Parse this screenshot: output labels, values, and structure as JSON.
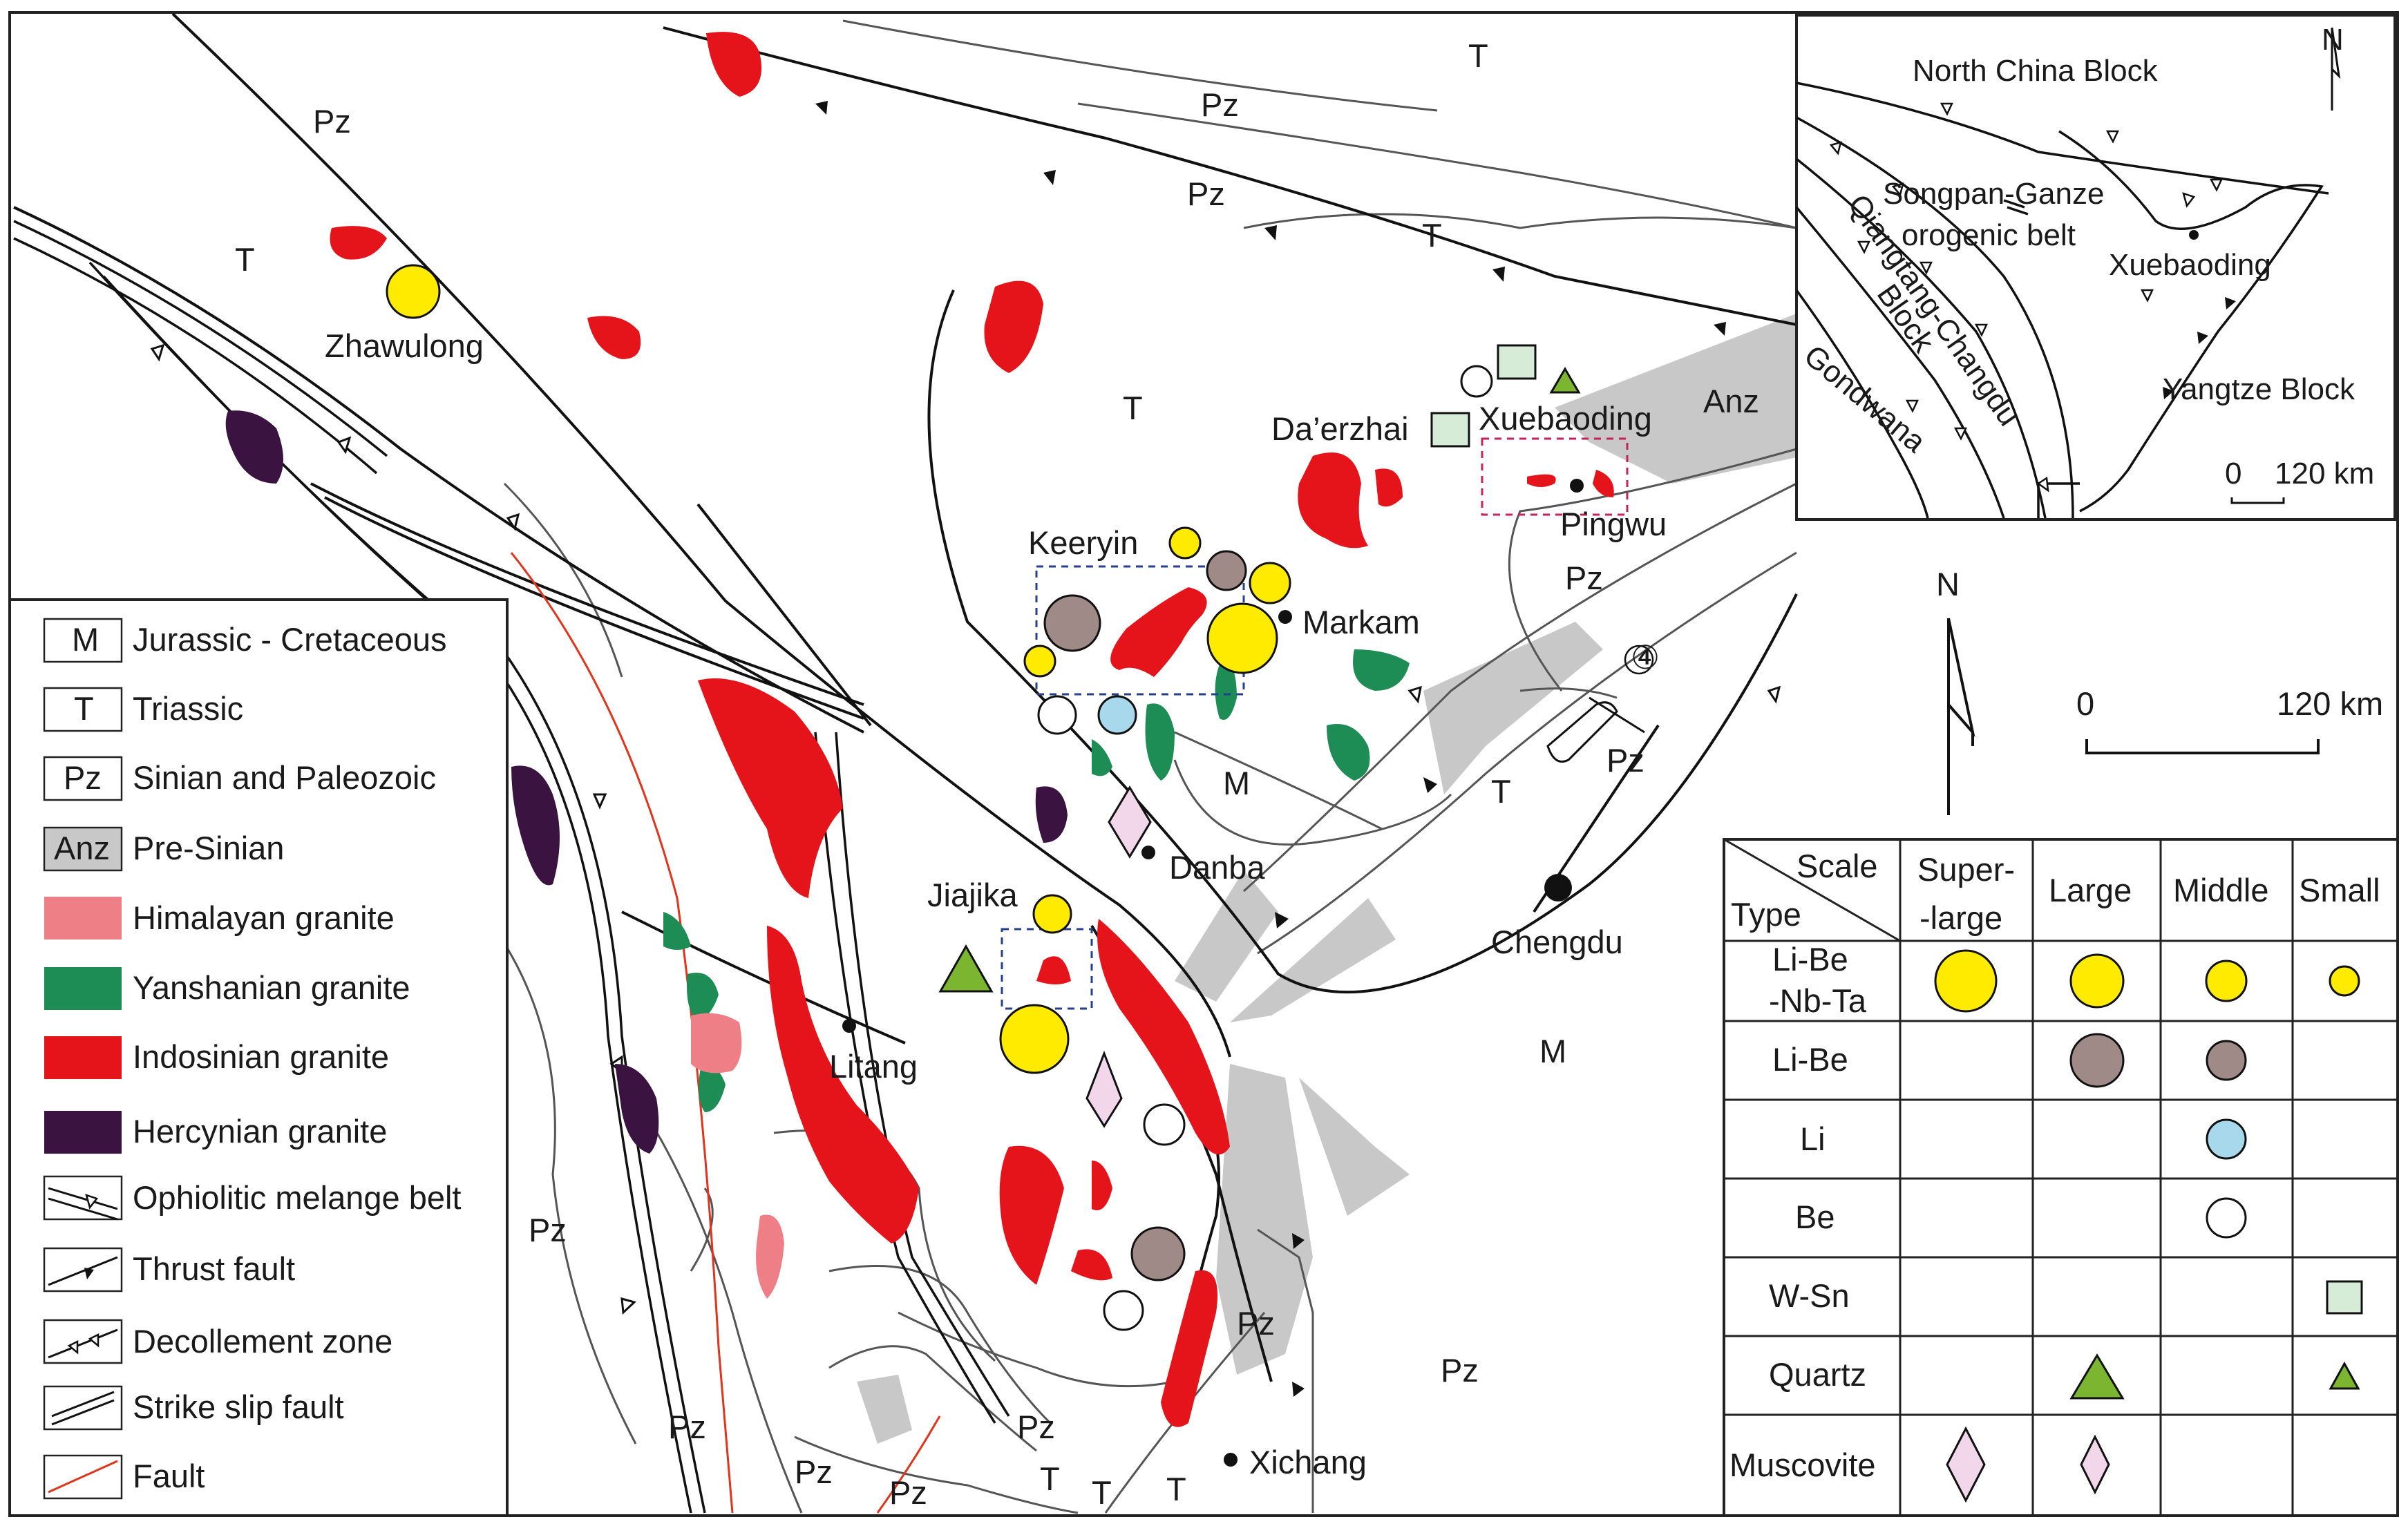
{
  "map_labels": {
    "units": {
      "pz_nw": "Pz",
      "t_nw": "T",
      "pz_n1": "Pz",
      "pz_n2": "Pz",
      "t_n1": "T",
      "t_n2": "T",
      "t_center": "T",
      "anz": "Anz",
      "pz_east": "Pz",
      "pz_east2": "Pz",
      "t_east": "T",
      "m_center": "M",
      "m_east": "M",
      "pz_sw": "Pz",
      "pz_s1": "Pz",
      "pz_s2": "Pz",
      "pz_s3": "Pz",
      "pz_s4": "Pz",
      "pz_s5": "Pz",
      "pz_se": "Pz",
      "t_s1": "T",
      "t_s2": "T",
      "t_s3": "T"
    },
    "places": {
      "zhawulong": "Zhawulong",
      "daerzhai": "Da’erzhai",
      "xuebaoding": "Xuebaoding",
      "pingwu": "Pingwu",
      "keeryin": "Keeryin",
      "markam": "Markam",
      "danba": "Danba",
      "chengdu": "Chengdu",
      "jiajika": "Jiajika",
      "litang": "Litang",
      "xichang": "Xichang"
    },
    "circle_number": "④"
  },
  "scale_bar": {
    "north": "N",
    "zero": "0",
    "distance": "120 km"
  },
  "inset": {
    "north": "N",
    "north_china": "North China Block",
    "songpan1": "Songpan-Ganze",
    "songpan2": "orogenic belt",
    "xuebaoding": "Xuebaoding",
    "yangtze": "Yangtze Block",
    "qiangtang": "Qiangtang-Changdu",
    "block": "Block",
    "gondwana": "Gondwana",
    "scale_zero": "0",
    "scale_dist": "120 km"
  },
  "legend": {
    "items": [
      {
        "code": "M",
        "label": "Jurassic - Cretaceous",
        "color": "#ffffff"
      },
      {
        "code": "T",
        "label": "Triassic",
        "color": "#ffffff"
      },
      {
        "code": "Pz",
        "label": "Sinian and Paleozoic",
        "color": "#ffffff"
      },
      {
        "code": "Anz",
        "label": "Pre-Sinian",
        "color": "#c8c8c8"
      },
      {
        "code": "",
        "label": "Himalayan granite",
        "color": "#ef7f86"
      },
      {
        "code": "",
        "label": "Yanshanian granite",
        "color": "#1e8c55"
      },
      {
        "code": "",
        "label": "Indosinian granite",
        "color": "#e5141b"
      },
      {
        "code": "",
        "label": "Hercynian granite",
        "color": "#3b1340"
      },
      {
        "code": "",
        "label": "Ophiolitic melange belt",
        "color": ""
      },
      {
        "code": "",
        "label": "Thrust fault",
        "color": ""
      },
      {
        "code": "",
        "label": "Decollement zone",
        "color": ""
      },
      {
        "code": "",
        "label": "Strike slip fault",
        "color": ""
      },
      {
        "code": "",
        "label": "Fault",
        "color": "#e0341c"
      }
    ]
  },
  "deposit_table": {
    "header_scale": "Scale",
    "header_type": "Type",
    "columns": [
      "Super-",
      "-large",
      "Large",
      "Middle",
      "Small"
    ],
    "rows": [
      {
        "type1": "Li-Be",
        "type2": "-Nb-Ta"
      },
      {
        "type1": "Li-Be",
        "type2": ""
      },
      {
        "type1": "Li",
        "type2": ""
      },
      {
        "type1": "Be",
        "type2": ""
      },
      {
        "type1": "W-Sn",
        "type2": ""
      },
      {
        "type1": "Quartz",
        "type2": ""
      },
      {
        "type1": "Muscovite",
        "type2": ""
      }
    ]
  },
  "colors": {
    "li_be_nb_ta": "#ffeb00",
    "li_be": "#a08a87",
    "li": "#a8d8ec",
    "be": "#ffffff",
    "w_sn": "#d6ecd6",
    "quartz": "#7cb530",
    "muscovite": "#f2d7ea",
    "pre_sinian": "#c8c8c8",
    "indosinian": "#e5141b",
    "yanshanian": "#1e8c55",
    "himalayan": "#ef7f86",
    "hercynian": "#3b1340"
  }
}
